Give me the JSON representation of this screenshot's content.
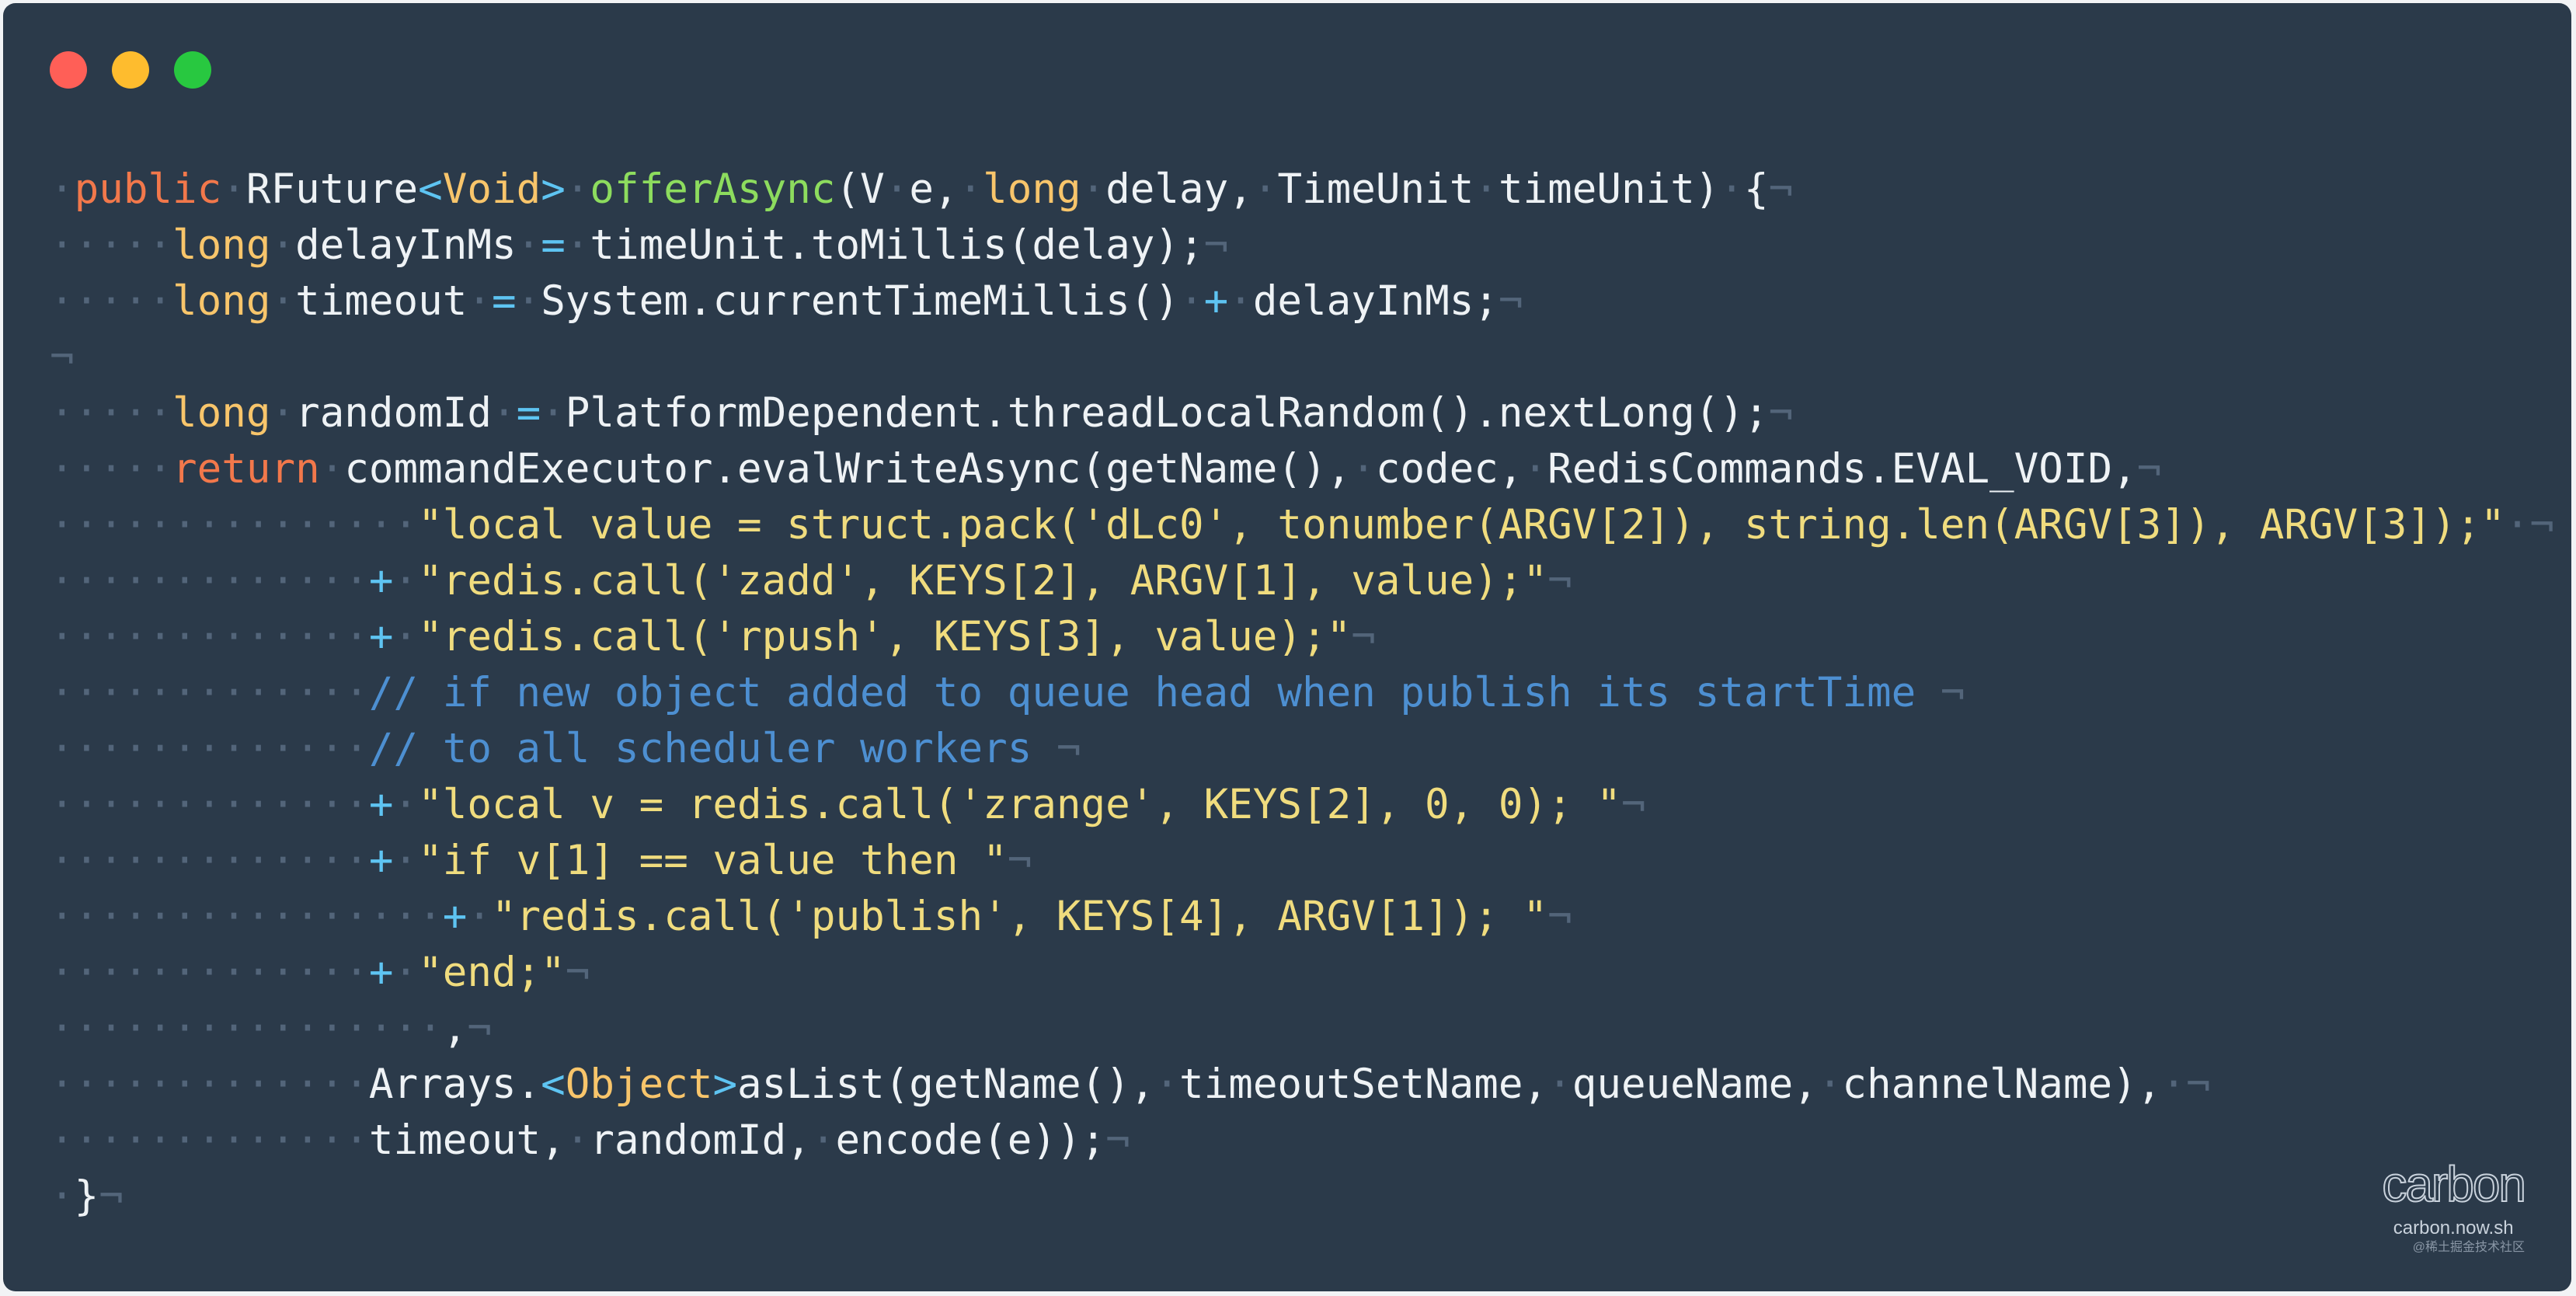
{
  "window": {
    "controls": [
      "close",
      "minimize",
      "maximize"
    ]
  },
  "code_lines": [
    {
      "indent": "·",
      "tokens": [
        {
          "t": "public",
          "c": "kw"
        },
        {
          "t": " ",
          "c": "ws"
        },
        {
          "t": "RFuture",
          "c": "tx"
        },
        {
          "t": "<",
          "c": "op"
        },
        {
          "t": "Void",
          "c": "ty"
        },
        {
          "t": ">",
          "c": "op"
        },
        {
          "t": " ",
          "c": "ws"
        },
        {
          "t": "offerAsync",
          "c": "fn"
        },
        {
          "t": "(",
          "c": "pun"
        },
        {
          "t": "V",
          "c": "tx"
        },
        {
          "t": " ",
          "c": "ws"
        },
        {
          "t": "e,",
          "c": "tx"
        },
        {
          "t": " ",
          "c": "ws"
        },
        {
          "t": "long",
          "c": "ty"
        },
        {
          "t": " ",
          "c": "ws"
        },
        {
          "t": "delay,",
          "c": "tx"
        },
        {
          "t": " ",
          "c": "ws"
        },
        {
          "t": "TimeUnit",
          "c": "tx"
        },
        {
          "t": " ",
          "c": "ws"
        },
        {
          "t": "timeUnit)",
          "c": "tx"
        },
        {
          "t": " ",
          "c": "ws"
        },
        {
          "t": "{",
          "c": "pun"
        }
      ]
    },
    {
      "indent": "·····",
      "tokens": [
        {
          "t": "long",
          "c": "ty"
        },
        {
          "t": " ",
          "c": "ws"
        },
        {
          "t": "delayInMs",
          "c": "tx"
        },
        {
          "t": " ",
          "c": "ws"
        },
        {
          "t": "=",
          "c": "op"
        },
        {
          "t": " ",
          "c": "ws"
        },
        {
          "t": "timeUnit.toMillis(delay);",
          "c": "tx"
        }
      ]
    },
    {
      "indent": "·····",
      "tokens": [
        {
          "t": "long",
          "c": "ty"
        },
        {
          "t": " ",
          "c": "ws"
        },
        {
          "t": "timeout",
          "c": "tx"
        },
        {
          "t": " ",
          "c": "ws"
        },
        {
          "t": "=",
          "c": "op"
        },
        {
          "t": " ",
          "c": "ws"
        },
        {
          "t": "System.currentTimeMillis()",
          "c": "tx"
        },
        {
          "t": " ",
          "c": "ws"
        },
        {
          "t": "+",
          "c": "op"
        },
        {
          "t": " ",
          "c": "ws"
        },
        {
          "t": "delayInMs;",
          "c": "tx"
        }
      ]
    },
    {
      "indent": "",
      "tokens": []
    },
    {
      "indent": "·····",
      "tokens": [
        {
          "t": "long",
          "c": "ty"
        },
        {
          "t": " ",
          "c": "ws"
        },
        {
          "t": "randomId",
          "c": "tx"
        },
        {
          "t": " ",
          "c": "ws"
        },
        {
          "t": "=",
          "c": "op"
        },
        {
          "t": " ",
          "c": "ws"
        },
        {
          "t": "PlatformDependent.threadLocalRandom().nextLong();",
          "c": "tx"
        }
      ]
    },
    {
      "indent": "·····",
      "tokens": [
        {
          "t": "return",
          "c": "kw"
        },
        {
          "t": " ",
          "c": "ws"
        },
        {
          "t": "commandExecutor.evalWriteAsync(getName(),",
          "c": "tx"
        },
        {
          "t": " ",
          "c": "ws"
        },
        {
          "t": "codec,",
          "c": "tx"
        },
        {
          "t": " ",
          "c": "ws"
        },
        {
          "t": "RedisCommands.EVAL_VOID,",
          "c": "tx"
        }
      ]
    },
    {
      "indent": "···············",
      "tokens": [
        {
          "t": "\"local value = struct.pack('dLc0', tonumber(ARGV[2]), string.len(ARGV[3]), ARGV[3]);\"",
          "c": "str"
        },
        {
          "t": " ",
          "c": "ws"
        }
      ]
    },
    {
      "indent": "·············",
      "tokens": [
        {
          "t": "+",
          "c": "op"
        },
        {
          "t": " ",
          "c": "ws"
        },
        {
          "t": "\"redis.call('zadd', KEYS[2], ARGV[1], value);\"",
          "c": "str"
        }
      ]
    },
    {
      "indent": "·············",
      "tokens": [
        {
          "t": "+",
          "c": "op"
        },
        {
          "t": " ",
          "c": "ws"
        },
        {
          "t": "\"redis.call('rpush', KEYS[3], value);\"",
          "c": "str"
        }
      ]
    },
    {
      "indent": "·············",
      "tokens": [
        {
          "t": "// if new object added to queue head when publish its startTime ",
          "c": "cmt"
        }
      ]
    },
    {
      "indent": "·············",
      "tokens": [
        {
          "t": "// to all scheduler workers ",
          "c": "cmt"
        }
      ]
    },
    {
      "indent": "·············",
      "tokens": [
        {
          "t": "+",
          "c": "op"
        },
        {
          "t": " ",
          "c": "ws"
        },
        {
          "t": "\"local v = redis.call('zrange', KEYS[2], 0, 0); \"",
          "c": "str"
        }
      ]
    },
    {
      "indent": "·············",
      "tokens": [
        {
          "t": "+",
          "c": "op"
        },
        {
          "t": " ",
          "c": "ws"
        },
        {
          "t": "\"if v[1] == value then \"",
          "c": "str"
        }
      ]
    },
    {
      "indent": "················",
      "tokens": [
        {
          "t": "+",
          "c": "op"
        },
        {
          "t": " ",
          "c": "ws"
        },
        {
          "t": "\"redis.call('publish', KEYS[4], ARGV[1]); \"",
          "c": "str"
        }
      ]
    },
    {
      "indent": "·············",
      "tokens": [
        {
          "t": "+",
          "c": "op"
        },
        {
          "t": " ",
          "c": "ws"
        },
        {
          "t": "\"end;\"",
          "c": "str"
        }
      ]
    },
    {
      "indent": "················",
      "tokens": [
        {
          "t": ",",
          "c": "pun"
        }
      ]
    },
    {
      "indent": "·············",
      "tokens": [
        {
          "t": "Arrays.",
          "c": "tx"
        },
        {
          "t": "<",
          "c": "op"
        },
        {
          "t": "Object",
          "c": "ty"
        },
        {
          "t": ">",
          "c": "op"
        },
        {
          "t": "asList(getName(),",
          "c": "tx"
        },
        {
          "t": " ",
          "c": "ws"
        },
        {
          "t": "timeoutSetName,",
          "c": "tx"
        },
        {
          "t": " ",
          "c": "ws"
        },
        {
          "t": "queueName,",
          "c": "tx"
        },
        {
          "t": " ",
          "c": "ws"
        },
        {
          "t": "channelName),",
          "c": "tx"
        },
        {
          "t": " ",
          "c": "ws"
        }
      ]
    },
    {
      "indent": "·············",
      "tokens": [
        {
          "t": "timeout,",
          "c": "tx"
        },
        {
          "t": " ",
          "c": "ws"
        },
        {
          "t": "randomId,",
          "c": "tx"
        },
        {
          "t": " ",
          "c": "ws"
        },
        {
          "t": "encode(e));",
          "c": "tx"
        }
      ]
    },
    {
      "indent": "·",
      "tokens": [
        {
          "t": "}",
          "c": "pun"
        }
      ]
    }
  ],
  "eol_marker": "¬",
  "branding": {
    "logo": "carbon",
    "url": "carbon.now.sh",
    "watermark": "@稀土掘金技术社区"
  }
}
